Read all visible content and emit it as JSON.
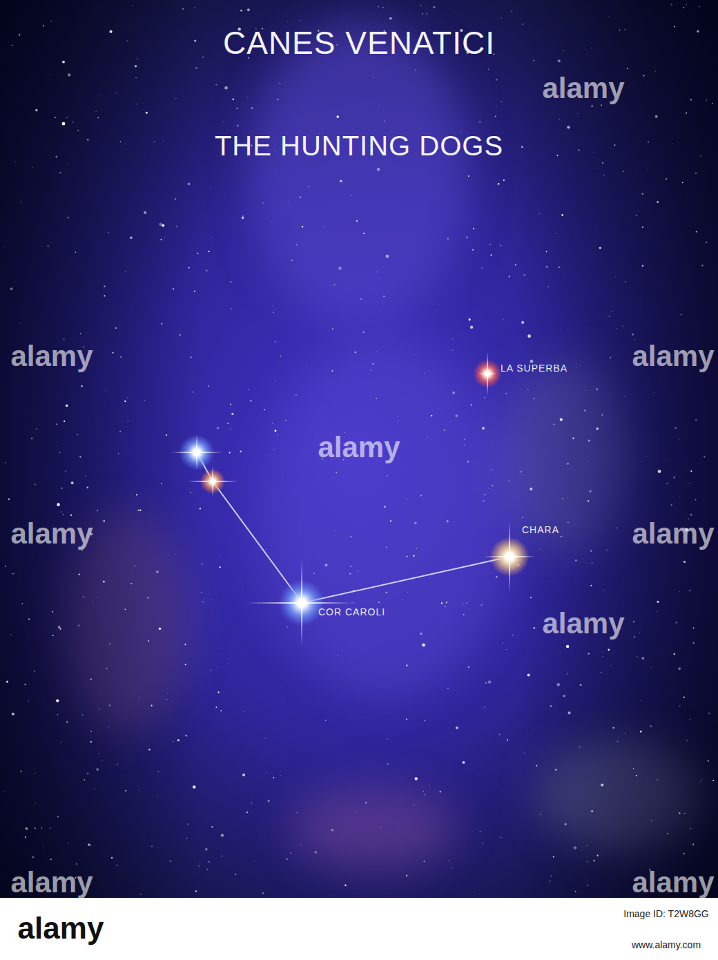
{
  "diagram": {
    "title": "CANES VENATICI",
    "nodes": [
      {
        "text": [
          "LA SUPERBA"
        ]
      },
      {
        "text": [
          "CHARA"
        ]
      },
      {
        "text": [
          "COR CAROLI"
        ]
      }
    ],
    "edges": [
      {
        "from": 2,
        "to": 1,
        "arrow": "none"
      }
    ],
    "labels": [
      "THE HUNTING DOGS",
      "alamy",
      "alamy",
      "alamy",
      "alamy",
      "alamy",
      "alamy",
      "alamy",
      "alamy",
      "alamy",
      "alamy",
      "Image ID: T2W8GG",
      "www.alamy.com"
    ]
  }
}
